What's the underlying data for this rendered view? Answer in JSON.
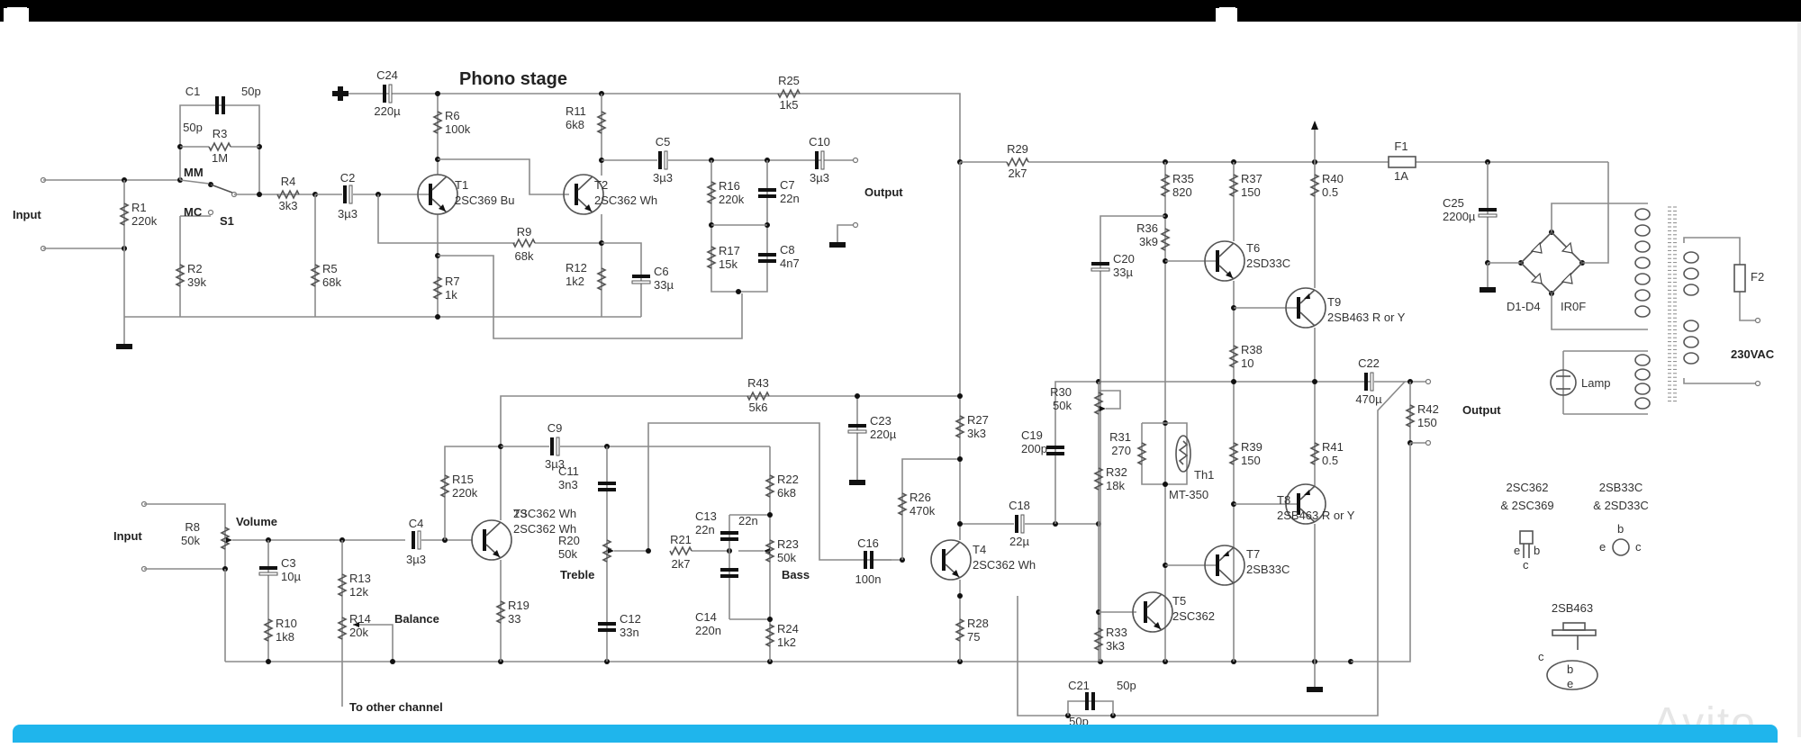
{
  "diagram": {
    "title": "Phono stage",
    "labels": {
      "input_phono": "Input",
      "input_line": "Input",
      "output_phono": "Output",
      "output_amp": "Output",
      "mm": "MM",
      "mc": "MC",
      "switch": "S1",
      "volume": "Volume",
      "balance": "Balance",
      "treble": "Treble",
      "bass": "Bass",
      "other_channel": "To other channel",
      "mains": "230VAC",
      "lamp": "Lamp",
      "bridge": "D1-D4",
      "bridge_type": "IR0F"
    },
    "resistors": {
      "R1": "220k",
      "R2": "39k",
      "R3": "1M",
      "R4": "3k3",
      "R5": "68k",
      "R6": "100k",
      "R7": "1k",
      "R8": "50k",
      "R9": "68k",
      "R10": "1k8",
      "R11": "6k8",
      "R12": "1k2",
      "R13": "12k",
      "R14": "20k",
      "R15": "220k",
      "R16": "220k",
      "R17": "15k",
      "R19": "33",
      "R20": "50k",
      "R21": "2k7",
      "R22": "6k8",
      "R23": "50k",
      "R24": "1k2",
      "R25": "1k5",
      "R26": "470k",
      "R27": "3k3",
      "R28": "75",
      "R29": "2k7",
      "R30": "50k",
      "R31": "270",
      "R32": "18k",
      "R33": "3k3",
      "R35": "820",
      "R36": "3k9",
      "R37": "150",
      "R38": "10",
      "R39": "150",
      "R40": "0.5",
      "R41": "0.5",
      "R42": "150",
      "R43": "5k6"
    },
    "capacitors": {
      "C1": "50p",
      "C2": "3µ3",
      "C3": "10µ",
      "C4": "3µ3",
      "C5": "3µ3",
      "C6": "33µ",
      "C7": "22n",
      "C8": "4n7",
      "C9": "3µ3",
      "C10": "3µ3",
      "C11": "3n3",
      "C12": "33n",
      "C13": "22n",
      "C14": "220n",
      "C16": "100n",
      "C18": "22µ",
      "C19": "200p",
      "C20": "33µ",
      "C21": "50p",
      "C22": "470µ",
      "C23": "220µ",
      "C24": "220µ",
      "C25": "2200µ"
    },
    "transistors": {
      "T1": "2SC369 Bu",
      "T2": "2SC362 Wh",
      "T3": "2SC362 Wh",
      "T4": "2SC362 Wh",
      "T5": "2SC362",
      "T6": "2SD33C",
      "T7": "2SB33C",
      "T8": "2SB463 R or Y",
      "T9": "2SB463 R or Y"
    },
    "others": {
      "F1": "1A",
      "F2": "",
      "Th1": "MT-350"
    },
    "pinouts": {
      "small_title_1": "2SC362",
      "small_title_2": "& 2SC369",
      "to18_title_1": "2SB33C",
      "to18_title_2": "& 2SD33C",
      "power_title": "2SB463",
      "pins": {
        "e": "e",
        "b": "b",
        "c": "c"
      }
    }
  },
  "watermark": "Avito"
}
